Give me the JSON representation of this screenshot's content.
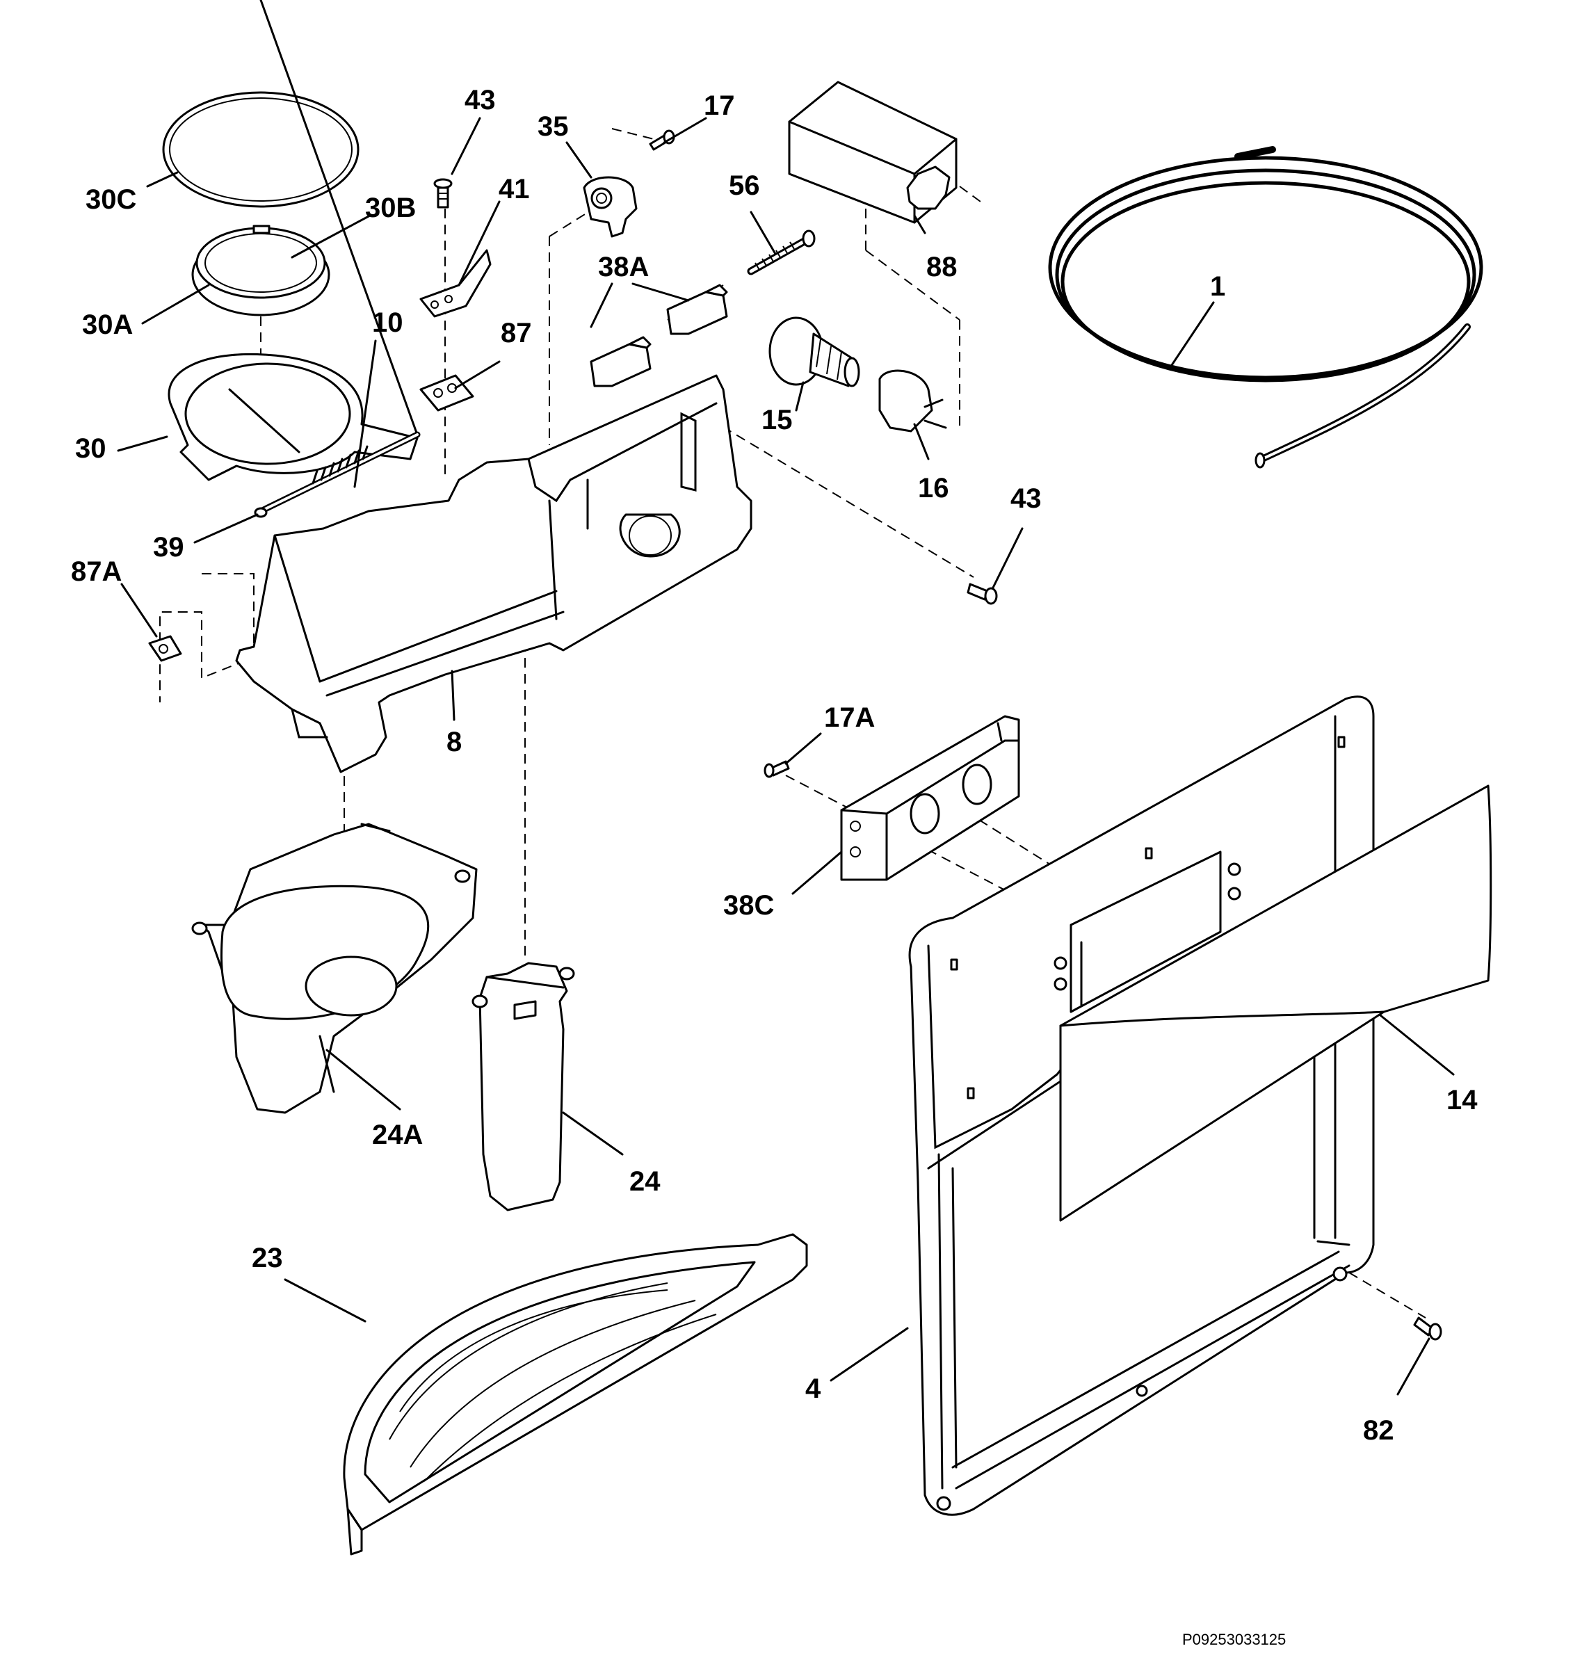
{
  "figure_id": "P09253033125",
  "colors": {
    "ink": "#000000",
    "paper": "#ffffff"
  },
  "callouts": [
    {
      "id": "c43a",
      "label": "43"
    },
    {
      "id": "c17",
      "label": "17"
    },
    {
      "id": "c35",
      "label": "35"
    },
    {
      "id": "c30c",
      "label": "30C"
    },
    {
      "id": "c30b",
      "label": "30B"
    },
    {
      "id": "c41",
      "label": "41"
    },
    {
      "id": "c56",
      "label": "56"
    },
    {
      "id": "c88",
      "label": "88"
    },
    {
      "id": "c30a",
      "label": "30A"
    },
    {
      "id": "c38a",
      "label": "38A"
    },
    {
      "id": "c1",
      "label": "1"
    },
    {
      "id": "c10",
      "label": "10"
    },
    {
      "id": "c87",
      "label": "87"
    },
    {
      "id": "c30",
      "label": "30"
    },
    {
      "id": "c15",
      "label": "15"
    },
    {
      "id": "c16",
      "label": "16"
    },
    {
      "id": "c39",
      "label": "39"
    },
    {
      "id": "c43b",
      "label": "43"
    },
    {
      "id": "c87a",
      "label": "87A"
    },
    {
      "id": "c8",
      "label": "8"
    },
    {
      "id": "c17a",
      "label": "17A"
    },
    {
      "id": "c38c",
      "label": "38C"
    },
    {
      "id": "c24a",
      "label": "24A"
    },
    {
      "id": "c14",
      "label": "14"
    },
    {
      "id": "c24",
      "label": "24"
    },
    {
      "id": "c23",
      "label": "23"
    },
    {
      "id": "c4",
      "label": "4"
    },
    {
      "id": "c82",
      "label": "82"
    }
  ]
}
